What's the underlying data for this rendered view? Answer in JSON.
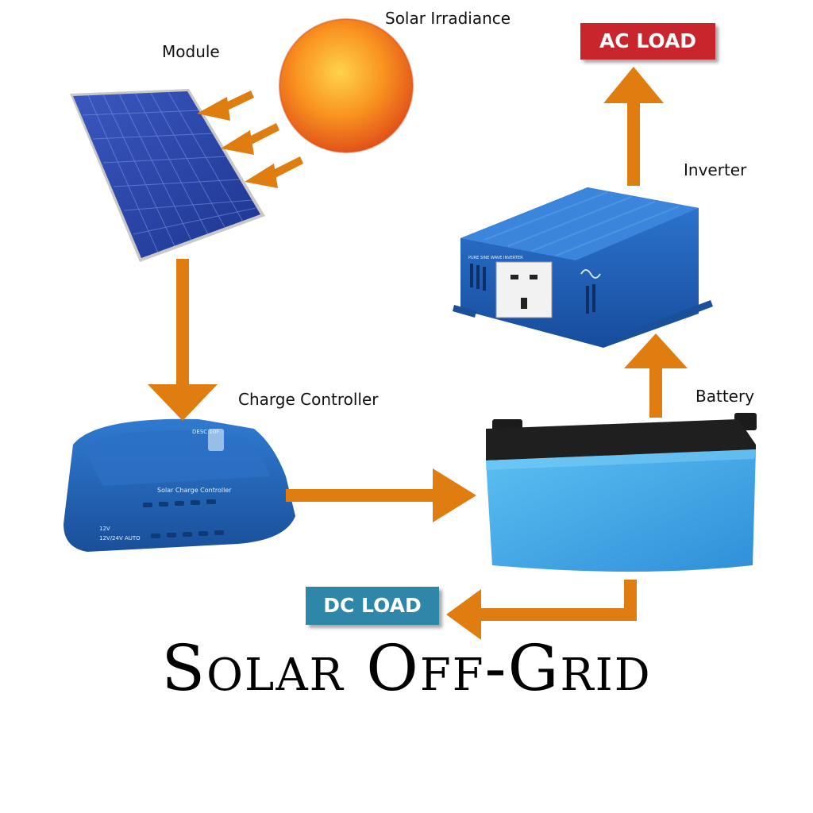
{
  "labels": {
    "solar_irradiance": "Solar Irradiance",
    "module": "Module",
    "charge_controller": "Charge Controller",
    "battery": "Battery",
    "inverter": "Inverter"
  },
  "loads": {
    "ac": "AC LOAD",
    "dc": "DC LOAD"
  },
  "title": "Solar Off-Grid",
  "device_text": {
    "controller_name": "Solar Charge Controller",
    "controller_model": "DESC 10F",
    "controller_voltage_1": "12V",
    "controller_voltage_2": "12V/24V AUTO",
    "inverter_name": "PURE SINE WAVE INVERTER"
  },
  "colors": {
    "arrow": "#e07d10",
    "ac_load": "#c8252c",
    "dc_load": "#2e86a8",
    "panel": "#2a47a8",
    "sun": "#f5822a",
    "device_blue": "#1e63b8",
    "battery": "#4aa6e6"
  }
}
